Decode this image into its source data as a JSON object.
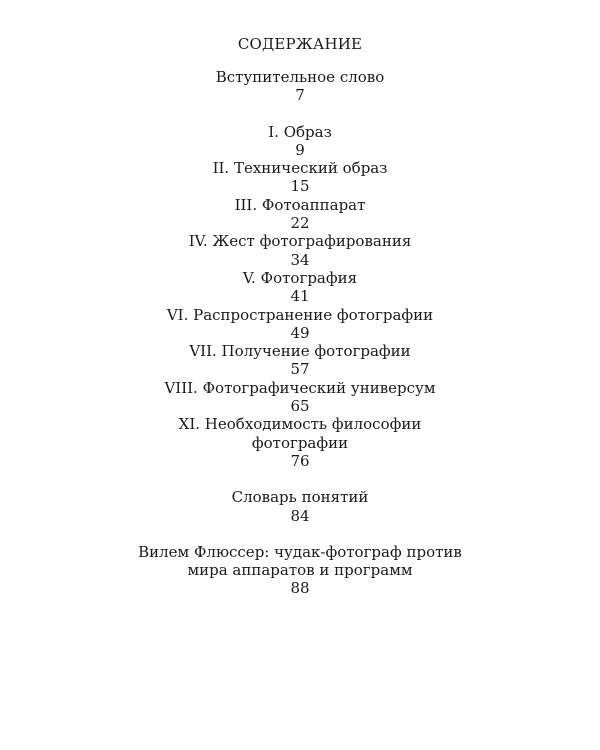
{
  "page": {
    "title": "СОДЕРЖАНИЕ"
  },
  "entries": [
    {
      "lines": [
        "Вступительное слово"
      ],
      "page": "7"
    },
    {
      "lines": [
        "I. Образ"
      ],
      "page": "9"
    },
    {
      "lines": [
        "II. Технический образ"
      ],
      "page": "15"
    },
    {
      "lines": [
        "III. Фотоаппарат"
      ],
      "page": "22"
    },
    {
      "lines": [
        "IV. Жест фотографирования"
      ],
      "page": "34"
    },
    {
      "lines": [
        "V. Фотография"
      ],
      "page": "41"
    },
    {
      "lines": [
        "VI. Распространение фотографии"
      ],
      "page": "49"
    },
    {
      "lines": [
        "VII. Получение фотографии"
      ],
      "page": "57"
    },
    {
      "lines": [
        "VIII. Фотографический универсум"
      ],
      "page": "65"
    },
    {
      "lines": [
        "XI. Необходимость философии",
        "фотографии"
      ],
      "page": "76"
    },
    {
      "lines": [
        "Словарь понятий"
      ],
      "page": "84"
    },
    {
      "lines": [
        "Вилем Флюссер: чудак-фотограф против",
        "мира аппаратов и программ"
      ],
      "page": "88"
    }
  ]
}
